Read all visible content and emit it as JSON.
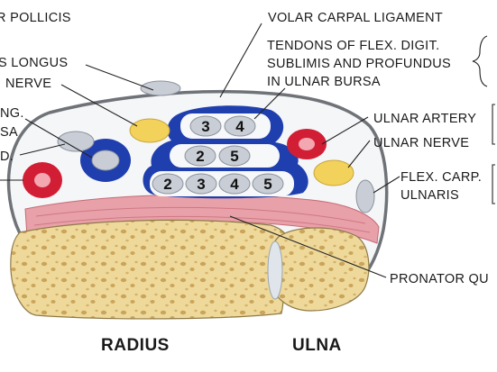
{
  "labels": {
    "pollicis": "R POLLICIS",
    "longus": "S LONGUS",
    "nerve_left": "NERVE",
    "ng": "NG.",
    "sa": "SA",
    "d": "D.",
    "volar_carpal_ligament": "VOLAR CARPAL LIGAMENT",
    "tendons_line1": "TENDONS OF FLEX. DIGIT.",
    "tendons_line2": "SUBLIMIS AND PROFUNDUS",
    "tendons_line3": "IN ULNAR BURSA",
    "ulnar_artery": "ULNAR ARTERY",
    "ulnar_nerve": "ULNAR NERVE",
    "flex_carp_line1": "FLEX. CARP.",
    "flex_carp_line2": "ULNARIS",
    "pronator": "PRONATOR QU",
    "radius": "RADIUS",
    "ulna": "ULNA"
  },
  "tendons": {
    "top_row": [
      "3",
      "4"
    ],
    "middle_row": [
      "2",
      "5"
    ],
    "bottom_row": [
      "2",
      "3",
      "4",
      "5"
    ]
  },
  "colors": {
    "bursa_blue": "#1f3fae",
    "artery_red": "#d21e35",
    "nerve_yellow": "#f2d25a",
    "bone": "#f0dca0",
    "muscle_pink": "#e9a0a6",
    "tendon_gray": "#c9ced6"
  }
}
